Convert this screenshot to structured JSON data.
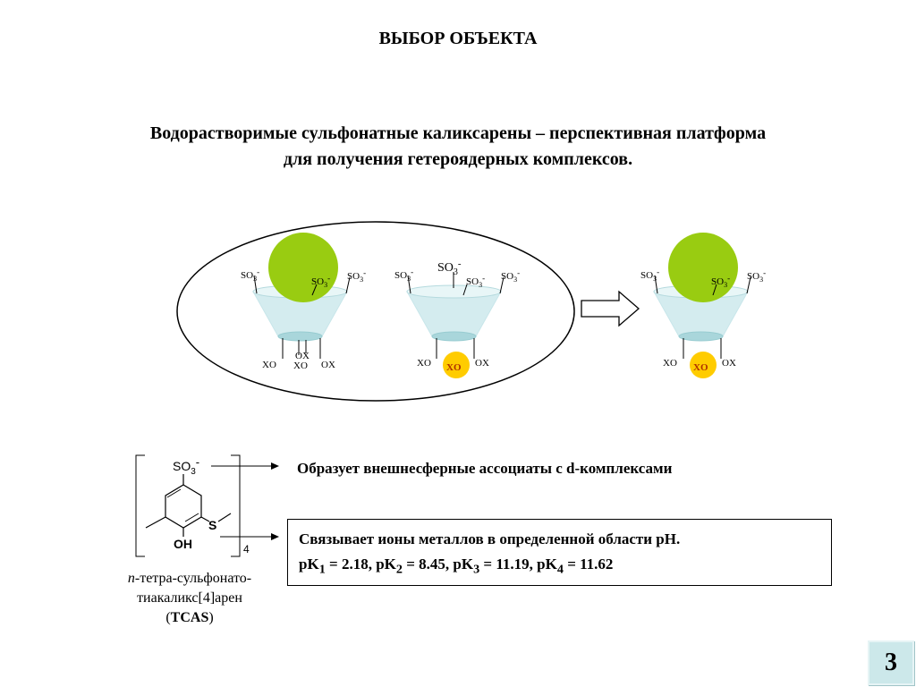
{
  "title": "ВЫБОР ОБЪЕКТА",
  "subtitle": {
    "line1": "Водорастворимые сульфонатные каликсарены – перспективная платформа",
    "line2": "для получения гетероядерных комплексов."
  },
  "diagram_labels": {
    "so3": "SO",
    "so3_sub": "3",
    "so3_sup": "-",
    "xo": "XO",
    "ox": "OX"
  },
  "structure": {
    "so3_label": "SO",
    "so3_sub": "3",
    "so3_sup": "-",
    "s_label": "S",
    "oh_label": "OH",
    "repeat": "4"
  },
  "compound_name": {
    "prefix": "n",
    "line1": "-тетра-сульфонато-",
    "line2": "тиакаликс[4]арен",
    "open_paren": "(",
    "abbr": "TCAS",
    "close_paren": ")"
  },
  "assoc_text": "Образует внешнесферные ассоциаты с d-комплексами",
  "binding": {
    "line1": "Связывает ионы металлов в определенной области pH.",
    "pk_prefix": "pK",
    "pk1_sub": "1",
    "pk1_val": " = 2.18, ",
    "pk2_sub": "2",
    "pk2_val": " = 8.45, ",
    "pk3_sub": "3",
    "pk3_val": " = 11.19, ",
    "pk4_sub": "4",
    "pk4_val": " = 11.62"
  },
  "page_number": "3",
  "colors": {
    "cone_fill": "#d4ecef",
    "cone_rim": "#b5dade",
    "green_ball": "#99cc11",
    "yellow_ball": "#ffcc00",
    "badge": "#cce8ea"
  }
}
